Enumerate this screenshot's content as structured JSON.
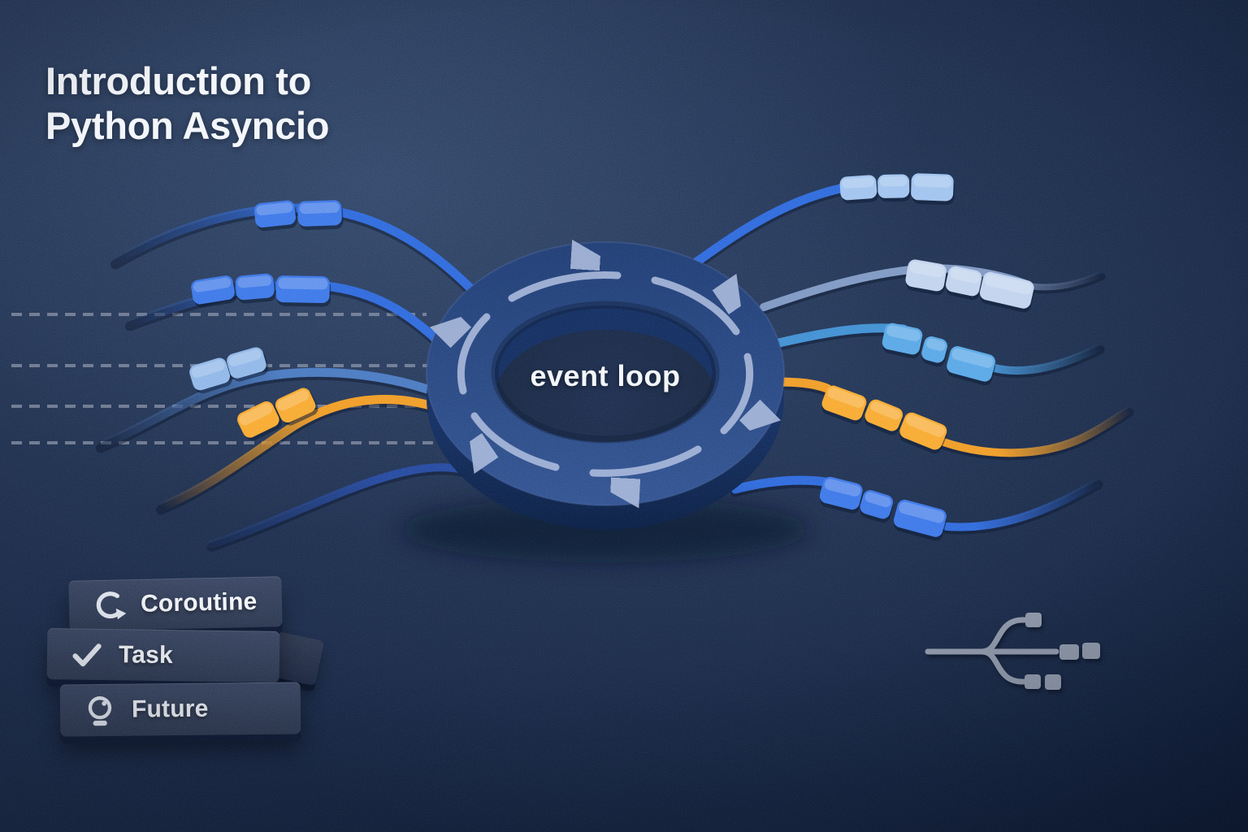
{
  "header": {
    "title_line1": "Introduction to",
    "title_line2": "Python Asyncio"
  },
  "ring": {
    "label": "event loop"
  },
  "legend": {
    "items": [
      {
        "icon": "coroutine-loop-icon",
        "label": "Coroutine"
      },
      {
        "icon": "task-check-icon",
        "label": "Task"
      },
      {
        "icon": "future-crystal-ball-icon",
        "label": "Future"
      }
    ]
  },
  "diagram": {
    "dashed_guide_lines": 4,
    "flows": {
      "left": [
        {
          "color_name": "blue",
          "pill_segments": 2
        },
        {
          "color_name": "blue",
          "pill_segments": 3
        },
        {
          "color_name": "light-blue",
          "pill_segments": 2
        },
        {
          "color_name": "orange",
          "pill_segments": 2
        },
        {
          "color_name": "navy",
          "pill_segments": 0
        }
      ],
      "right": [
        {
          "color_name": "pale-blue",
          "pill_segments": 3
        },
        {
          "color_name": "pale-slate",
          "pill_segments": 3
        },
        {
          "color_name": "sky-blue",
          "pill_segments": 3
        },
        {
          "color_name": "orange",
          "pill_segments": 3
        },
        {
          "color_name": "blue",
          "pill_segments": 3
        }
      ]
    }
  },
  "colors": {
    "bg_base": "#15223e",
    "bg_light": "#33486e",
    "bg_dark": "#0a1424",
    "ring_face_top": "#1e3a72",
    "ring_face_bottom": "#2f508f",
    "ring_side": "#142c5e",
    "ring_side_dark": "#0c1d40",
    "ring_hole": "#18263f",
    "arrow": "#a8b9dc",
    "bright_blue": "#2d68dc",
    "pill_blue": "#3b76e8",
    "steel_blue": "#4878c0",
    "deep_blue": "#24479e",
    "light_blue": "#8fb6e8",
    "pale_blue": "#c0d2ee",
    "pale_sky": "#9fc2ee",
    "sky_blue": "#3f8ed2",
    "sky_pill": "#57a6e6",
    "orange": "#ef9b26",
    "orange_pill": "#f8a930",
    "slate_line": "#7d97c2",
    "dash": "#8a94a8",
    "fork": "#8d97a9",
    "slab_face": "#374360",
    "slab_face_dark": "#2a364e",
    "slab_side": "#0f1830",
    "text": "#f2f5fa"
  }
}
